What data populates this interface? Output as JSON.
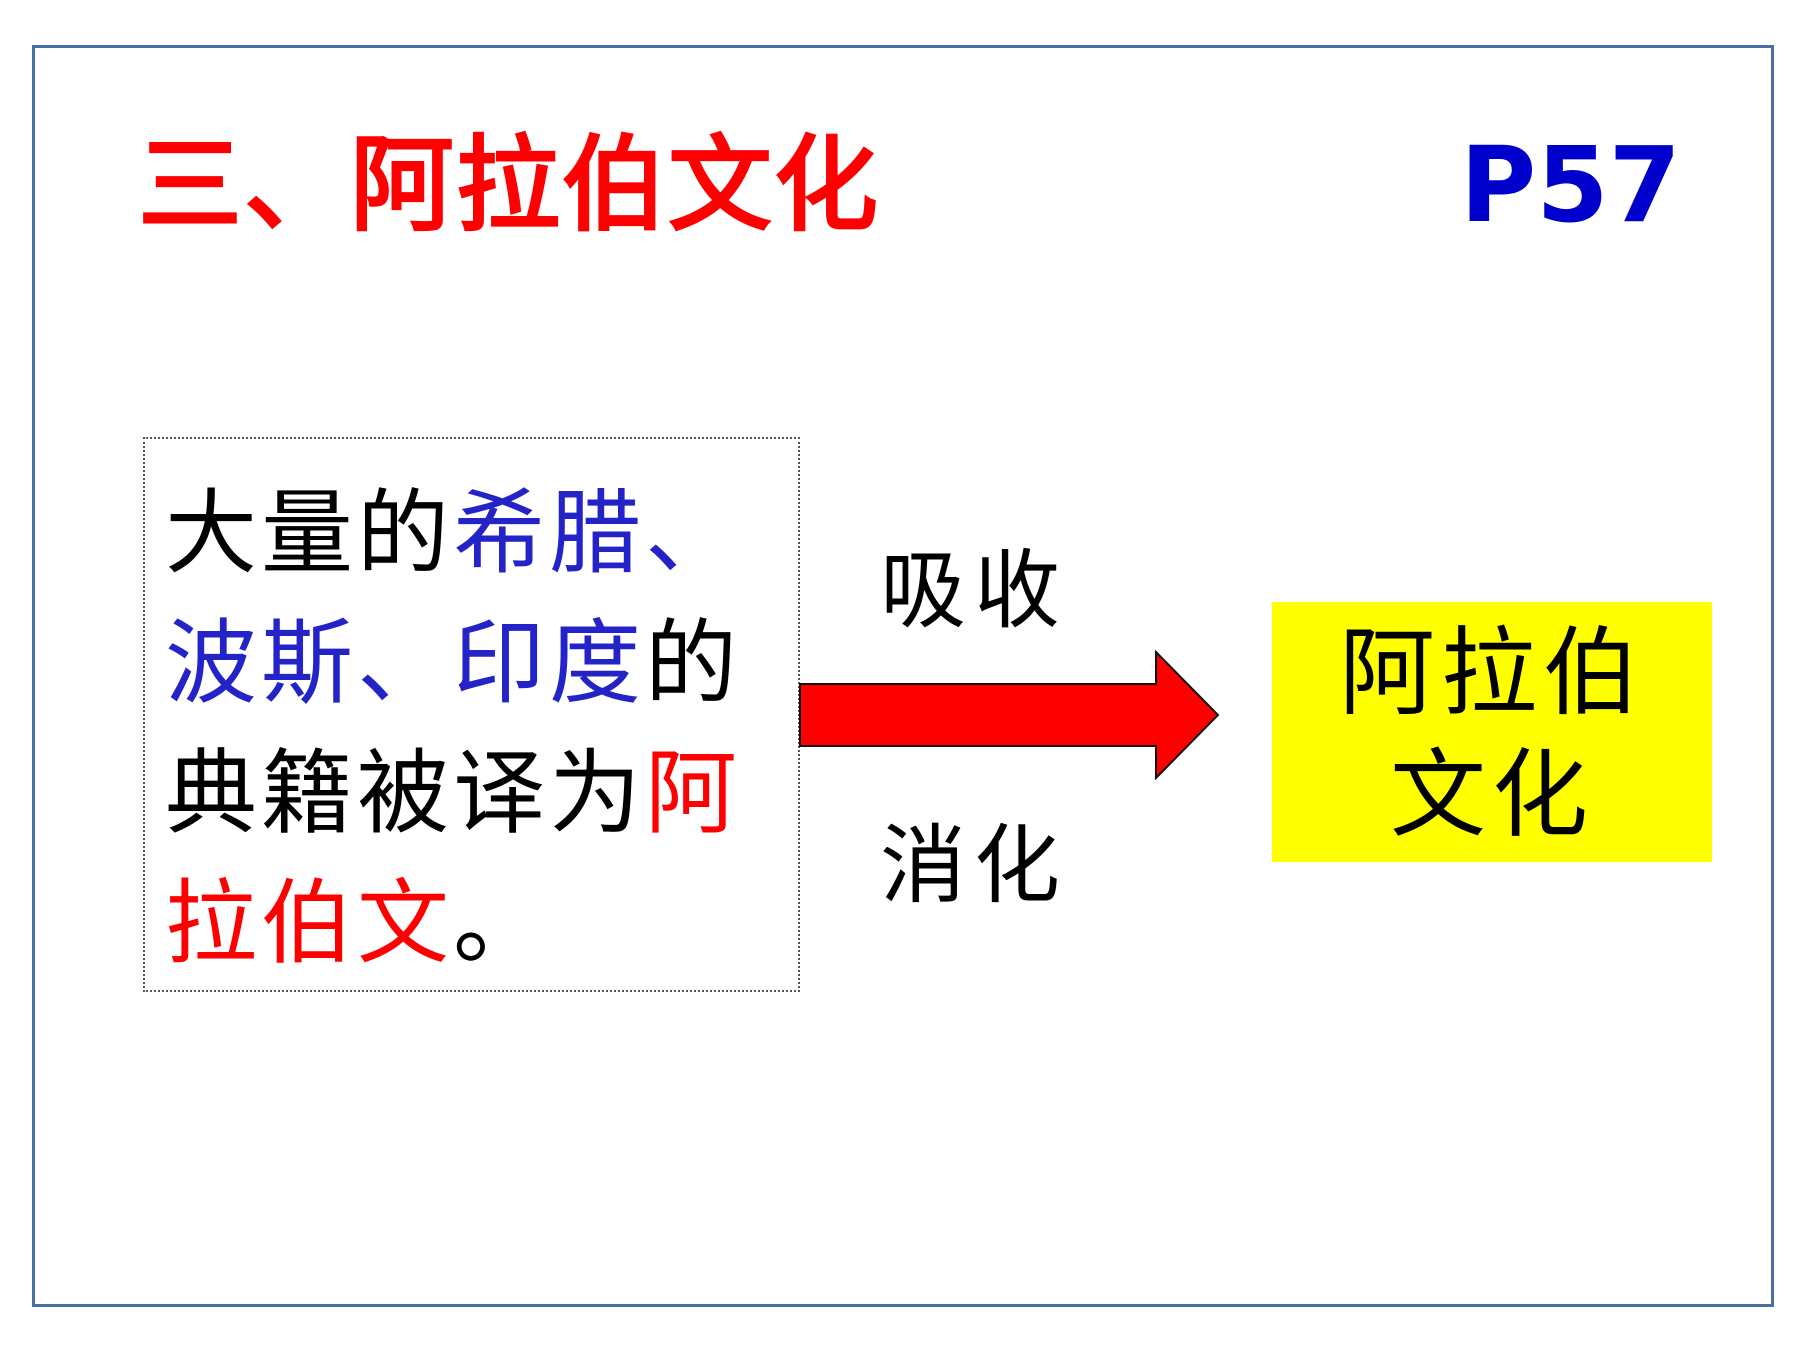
{
  "title": "三、阿拉伯文化",
  "page_ref": "P57",
  "source_box": {
    "segments": [
      {
        "text": "大量的",
        "color": "black"
      },
      {
        "text": "希腊、波斯、印度",
        "color": "blue"
      },
      {
        "text": "的典籍被译为",
        "color": "black"
      },
      {
        "text": "阿拉伯文",
        "color": "red"
      },
      {
        "text": "。",
        "color": "black"
      }
    ]
  },
  "arrow": {
    "label_top": "吸收",
    "label_bottom": "消化",
    "color": "#ff0000"
  },
  "result_box": {
    "line1": "阿拉伯",
    "line2": "文化",
    "background": "#ffff00"
  },
  "colors": {
    "title": "#ff0000",
    "page_ref": "#0000cc",
    "blue_text": "#2323c8",
    "red_text": "#ff0000",
    "frame": "#4a6fa5"
  }
}
